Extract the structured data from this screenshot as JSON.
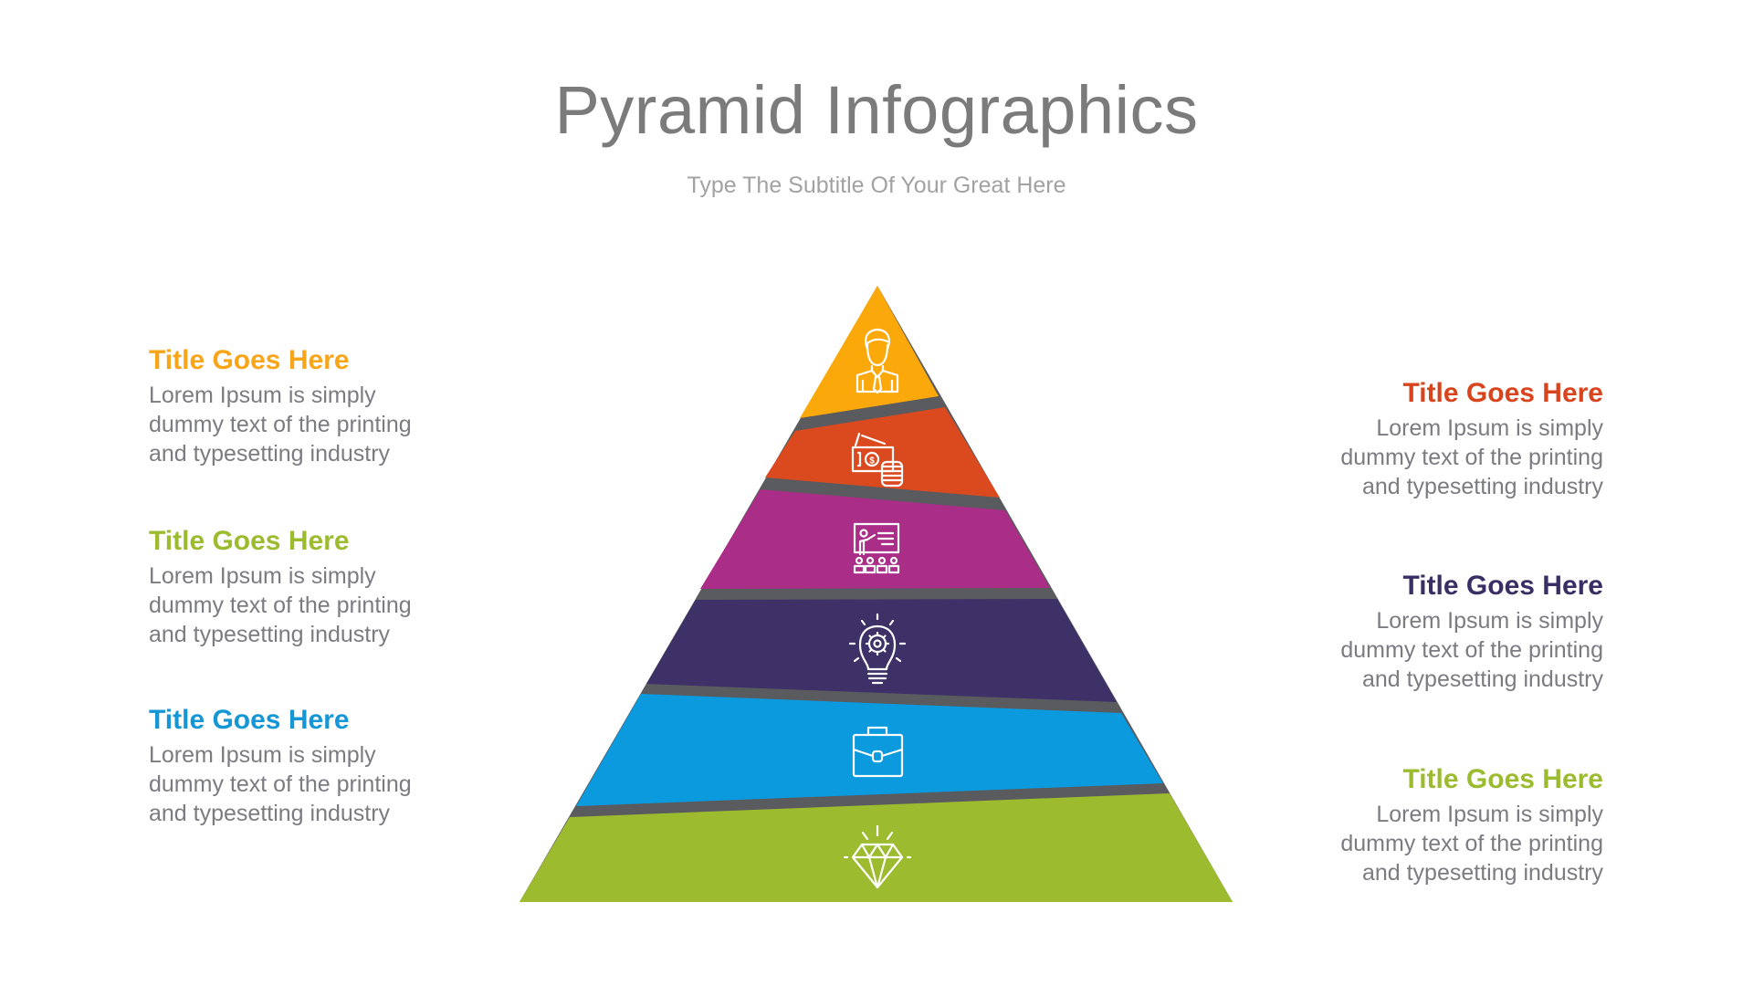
{
  "header": {
    "title": "Pyramid Infographics",
    "subtitle": "Type The Subtitle Of Your Great Here"
  },
  "colors": {
    "level1": "#FBA80B",
    "level2": "#DB4A1F",
    "level3": "#AA2D88",
    "level4": "#3E3167",
    "level5": "#0A9ADD",
    "level6": "#9CBB2F",
    "separator": "#5A5B5E",
    "body_text": "#7B7B82",
    "title_text": "#7B7B7B"
  },
  "pyramid": {
    "levels": [
      {
        "icon": "businessman-icon",
        "color": "#FBA80B"
      },
      {
        "icon": "money-coins-icon",
        "color": "#DB4A1F"
      },
      {
        "icon": "presentation-icon",
        "color": "#AA2D88"
      },
      {
        "icon": "lightbulb-gear-icon",
        "color": "#3E3167"
      },
      {
        "icon": "briefcase-icon",
        "color": "#0A9ADD"
      },
      {
        "icon": "diamond-icon",
        "color": "#9CBB2F"
      }
    ]
  },
  "left_blocks": [
    {
      "title": "Title Goes Here",
      "color": "#F9A51A",
      "lines": [
        "Lorem Ipsum is simply",
        "dummy text of the printing",
        "and typesetting industry"
      ]
    },
    {
      "title": "Title Goes Here",
      "color": "#9CBB2F",
      "lines": [
        "Lorem Ipsum is simply",
        "dummy text of the printing",
        "and typesetting industry"
      ]
    },
    {
      "title": "Title Goes Here",
      "color": "#1597D6",
      "lines": [
        "Lorem Ipsum is simply",
        "dummy text of the printing",
        "and typesetting industry"
      ]
    }
  ],
  "right_blocks": [
    {
      "title": "Title Goes Here",
      "color": "#D8441D",
      "lines": [
        "Lorem Ipsum is simply",
        "dummy text of the printing",
        "and typesetting industry"
      ]
    },
    {
      "title": "Title Goes Here",
      "color": "#3A2F64",
      "lines": [
        "Lorem Ipsum is simply",
        "dummy text of the printing",
        "and typesetting industry"
      ]
    },
    {
      "title": "Title Goes Here",
      "color": "#9CBB2F",
      "lines": [
        "Lorem Ipsum is simply",
        "dummy text of the printing",
        "and typesetting industry"
      ]
    }
  ]
}
